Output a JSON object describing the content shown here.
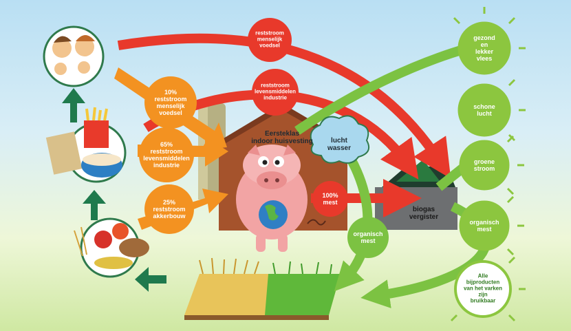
{
  "labels": {
    "rest_human_top": "reststroom\nmenselijk\nvoedsel",
    "rest_industry_top": "reststroom\nlevensmiddelen\nindustrie",
    "pct_human": "10%\nreststroom\nmenselijk\nvoedsel",
    "pct_industry": "65%\nreststroom\nlevensmiddelen\nindustrie",
    "pct_agri": "25%\nreststroom\nakkerbouw",
    "barn": "Eersteklas\nindoor huisvesting",
    "air_washer": "lucht\nwasser",
    "manure_100": "100%\nmest",
    "biogas": "biogas\nvergister",
    "organic_left": "organisch\nmest",
    "healthy_meat": "gezond\nen\nlekker\nvlees",
    "clean_air": "schone\nlucht",
    "green_power": "groene\nstroom",
    "organic_right": "organisch\nmest",
    "byproducts": "Alle\nbijproducten\nvan het varken\nzijn\nbruikbaar"
  },
  "colors": {
    "red_arrow": "#e8392b",
    "orange_arrow": "#f39221",
    "green_arrow": "#7cc242",
    "dark_green_arrow": "#1f7a4d",
    "barn": "#a5532c",
    "pig": "#f2a4a4",
    "sun_green": "#8cc63f"
  }
}
